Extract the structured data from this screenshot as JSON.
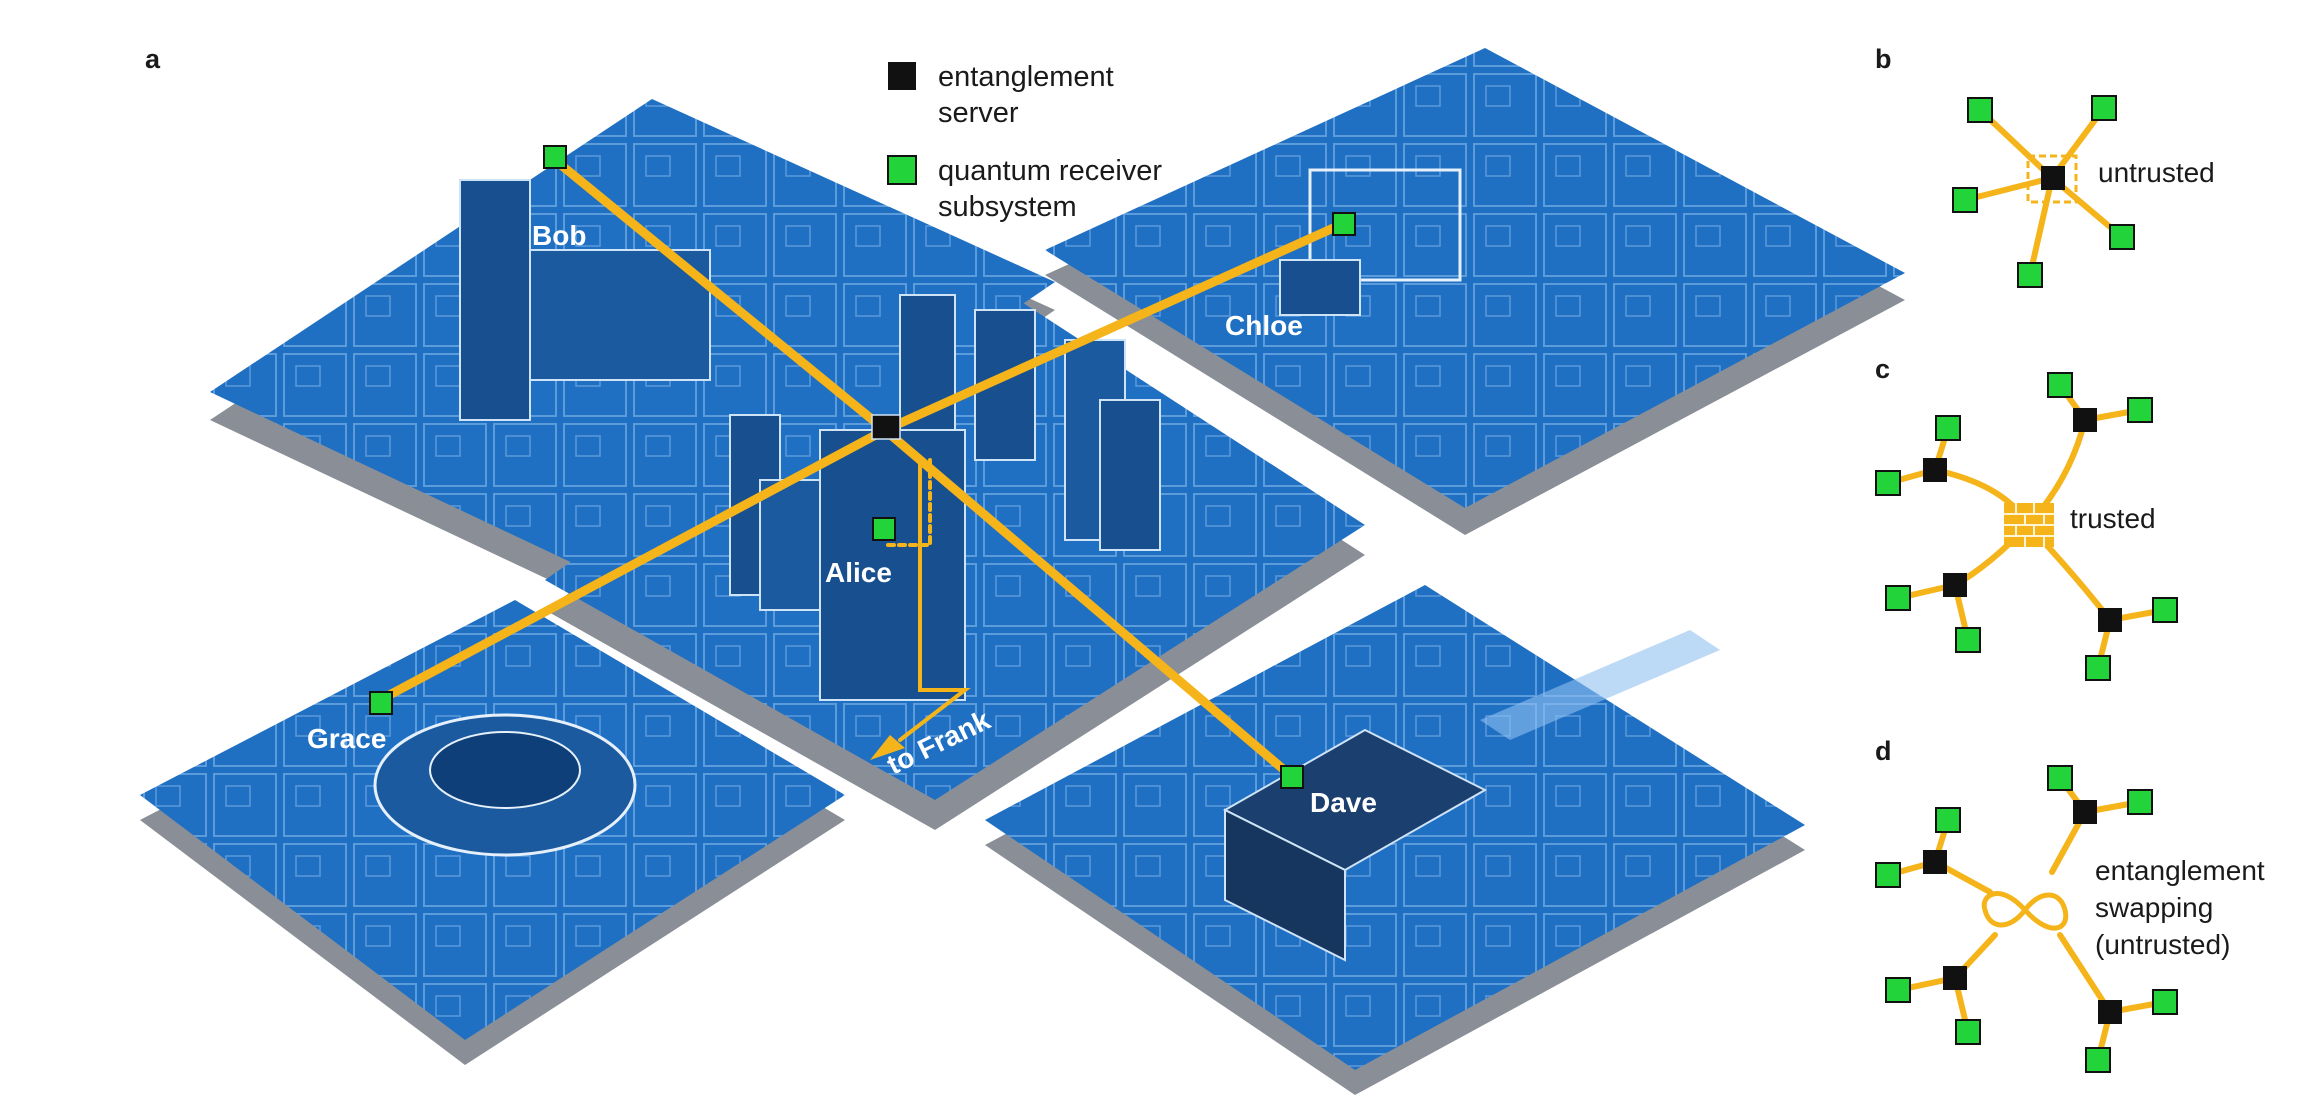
{
  "panels": {
    "a": "a",
    "b": "b",
    "c": "c",
    "d": "d"
  },
  "legend": {
    "server_line1": "entanglement",
    "server_line2": "server",
    "receiver_line1": "quantum receiver",
    "receiver_line2": "subsystem"
  },
  "nodes": {
    "bob": "Bob",
    "chloe": "Chloe",
    "alice": "Alice",
    "grace": "Grace",
    "dave": "Dave",
    "frank": "to Frank"
  },
  "topologies": {
    "b_label": "untrusted",
    "c_label": "trusted",
    "d_line1": "entanglement",
    "d_line2": "swapping",
    "d_line3": "(untrusted)"
  },
  "colors": {
    "tile": "#1f6fc2",
    "tile_dark": "#174f8f",
    "tile_shadow": "#8a8f97",
    "beam": "#f4b41a",
    "server": "#111111",
    "receiver": "#22d43a"
  }
}
